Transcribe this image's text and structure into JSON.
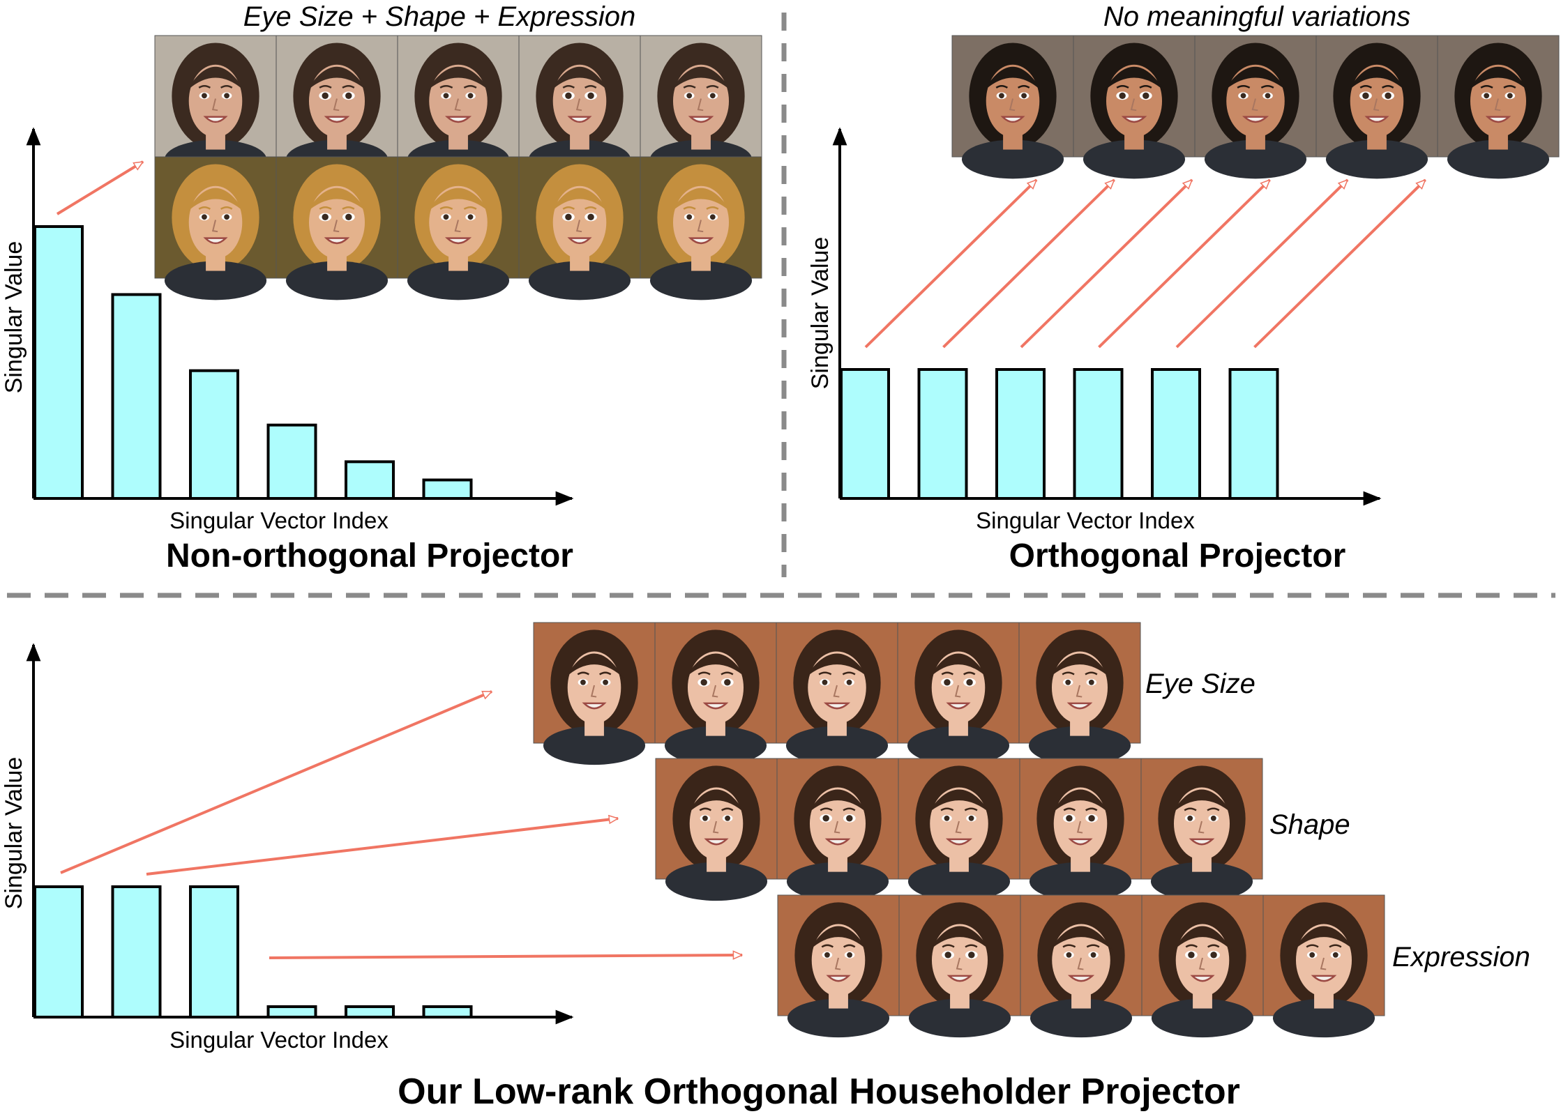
{
  "panels": {
    "non_orthogonal": {
      "title": "Non-orthogonal Projector",
      "xlabel": "Singular Vector Index",
      "ylabel": "Singular Value",
      "caption": "Eye Size + Shape + Expression",
      "bars": [
        1.0,
        0.75,
        0.47,
        0.27,
        0.135,
        0.068
      ],
      "face_rows": [
        {
          "skin": "#d9a98e",
          "hair": "#3b2a20",
          "bg": "#b8b0a4"
        },
        {
          "skin": "#e4b28c",
          "hair": "#c48f3e",
          "bg": "#6b5a2f"
        }
      ]
    },
    "orthogonal": {
      "title": "Orthogonal Projector",
      "xlabel": "Singular Vector Index",
      "ylabel": "Singular Value",
      "caption": "No meaningful variations",
      "bars": [
        1,
        1,
        1,
        1,
        1,
        1
      ],
      "face_rows": [
        {
          "skin": "#c98a66",
          "hair": "#1e1712",
          "bg": "#7d6f64"
        }
      ]
    },
    "householder": {
      "title": "Our Low-rank Orthogonal Householder Projector",
      "xlabel": "Singular Vector Index",
      "ylabel": "Singular Value",
      "bars": [
        1,
        1,
        1,
        0.08,
        0.08,
        0.08
      ],
      "face_rows": [
        {
          "label": "Eye Size",
          "skin": "#ecc0a6",
          "hair": "#3a2519",
          "bg": "#b06b45"
        },
        {
          "label": "Shape",
          "skin": "#ecc0a6",
          "hair": "#3a2519",
          "bg": "#b06b45"
        },
        {
          "label": "Expression",
          "skin": "#ecc0a6",
          "hair": "#3a2519",
          "bg": "#b06b45"
        }
      ]
    }
  },
  "colors": {
    "bar_fill": "#aefdfd",
    "arrow": "#f07563",
    "divider": "#8a8a8a"
  }
}
